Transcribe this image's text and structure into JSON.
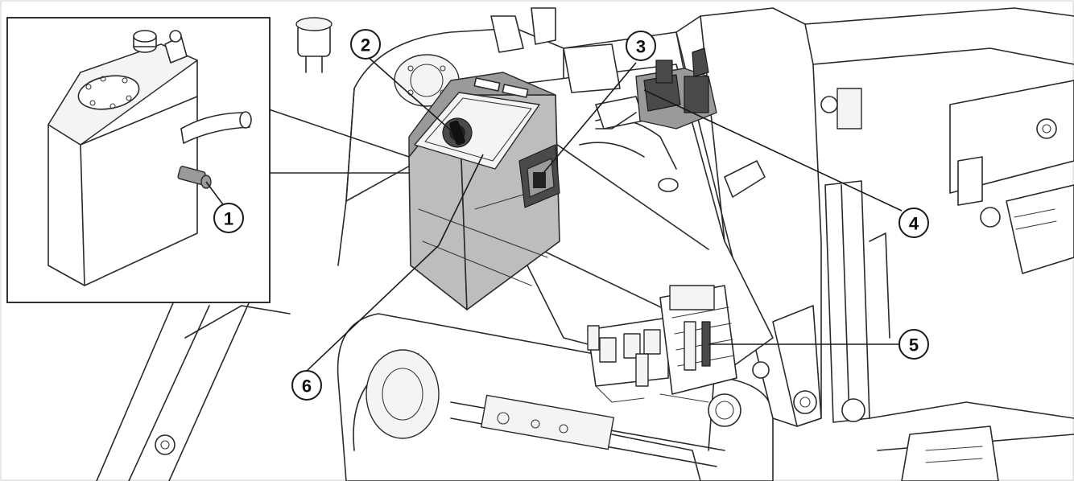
{
  "callouts": [
    {
      "id": "1",
      "label": "1"
    },
    {
      "id": "2",
      "label": "2"
    },
    {
      "id": "3",
      "label": "3"
    },
    {
      "id": "4",
      "label": "4"
    },
    {
      "id": "5",
      "label": "5"
    },
    {
      "id": "6",
      "label": "6"
    }
  ],
  "colors": {
    "line": "#2a2a2a",
    "highlight_grey": "#bdbdbd",
    "dark_part": "#4a4a4a",
    "background": "#ffffff"
  }
}
